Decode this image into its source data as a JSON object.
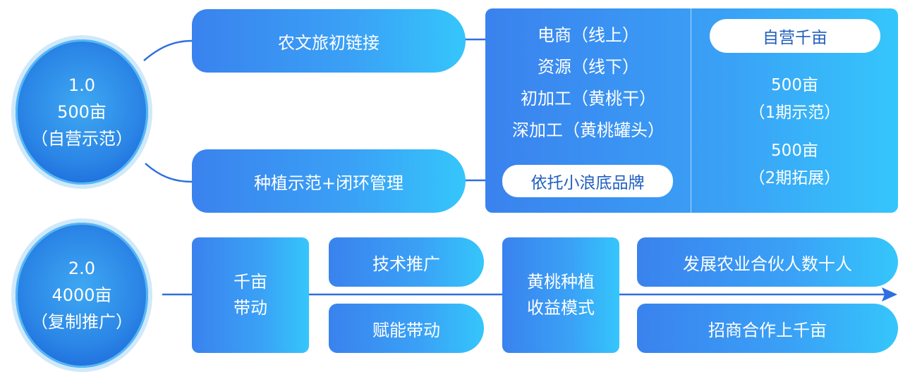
{
  "stage1": {
    "version": "1.0",
    "area": "500亩",
    "mode": "（自营示范）",
    "top_pill": "农文旅初链接",
    "bottom_pill": "种植示范+闭环管理",
    "panel_lines": [
      "电商（线上）",
      "资源（线下）",
      "初加工（黄桃干）",
      "深加工（黄桃罐头）"
    ],
    "brand_pill": "依托小浪底品牌",
    "right_title": "自营千亩",
    "right_lines": [
      "500亩",
      "（1期示范）",
      "500亩",
      "（2期拓展）"
    ]
  },
  "stage2": {
    "version": "2.0",
    "area": "4000亩",
    "mode": "（复制推广）",
    "box1_lines": [
      "千亩",
      "带动"
    ],
    "tech_pill": "技术推广",
    "empower_pill": "赋能带动",
    "box2_lines": [
      "黄桃种植",
      "收益模式"
    ],
    "partner_pill": "发展农业合伙人数十人",
    "invest_pill": "招商合作上千亩"
  },
  "colors": {
    "line": "#2f6fe0",
    "gradient_start": "#3a82ee",
    "gradient_end": "#35c6fb"
  }
}
